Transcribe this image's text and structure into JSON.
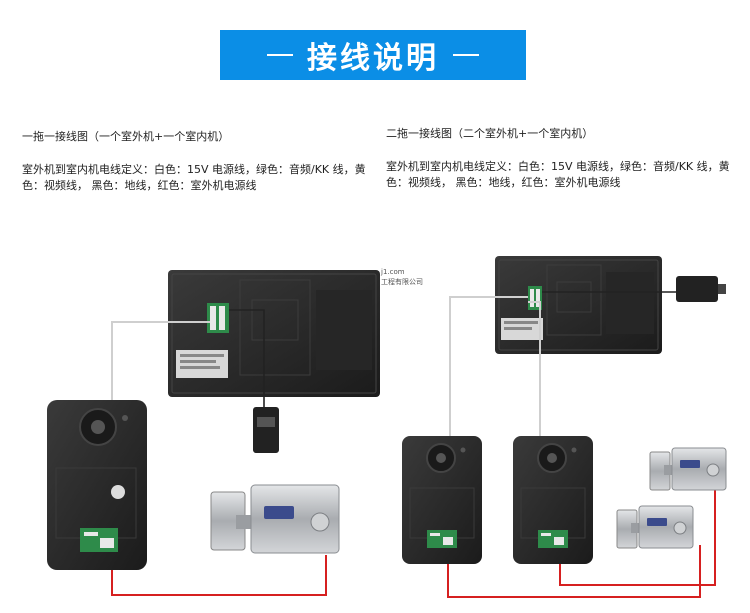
{
  "banner": {
    "title": "接线说明"
  },
  "left_diagram": {
    "title": "一拖一接线图（一个室外机+一个室内机）",
    "description": "室外机到室内机电线定义：白色：15V 电源线，绿色：音频/KK 线，黄色：视频线， 黑色：地线，红色：室外机电源线"
  },
  "right_diagram": {
    "title": "二拖一接线图（二个室外机+一个室内机）",
    "description": "室外机到室内机电线定义：白色：15V 电源线，绿色：音频/KK 线，黄色：视频线， 黑色：地线，红色：室外机电源线"
  },
  "watermark": {
    "line1": "j1.com",
    "line2": "工程有限公司"
  },
  "colors": {
    "banner": "#0b8ee6",
    "device_body": "#2a2a2a",
    "wire_red": "#d62020",
    "wire_white": "#cfcfcf",
    "lock_metal": "#b9bcbf"
  }
}
